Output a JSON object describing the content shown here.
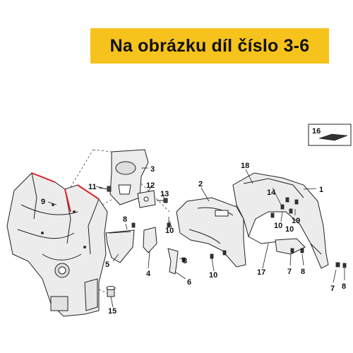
{
  "banner": {
    "text": "Na obrázku díl číslo 3-6"
  },
  "colors": {
    "banner_bg": "#f6c21c",
    "line": "#222222",
    "part_fill": "#ececec",
    "highlight": "#d7262e"
  },
  "legend": {
    "label": "16"
  },
  "callouts": [
    {
      "id": "c1",
      "text": "1"
    },
    {
      "id": "c2",
      "text": "2"
    },
    {
      "id": "c3",
      "text": "3"
    },
    {
      "id": "c4",
      "text": "4"
    },
    {
      "id": "c5",
      "text": "5"
    },
    {
      "id": "c6",
      "text": "6"
    },
    {
      "id": "c7a",
      "text": "7"
    },
    {
      "id": "c7b",
      "text": "7"
    },
    {
      "id": "c8a",
      "text": "8"
    },
    {
      "id": "c8b",
      "text": "8"
    },
    {
      "id": "c8c",
      "text": "8"
    },
    {
      "id": "c8d",
      "text": "8"
    },
    {
      "id": "c9",
      "text": "9"
    },
    {
      "id": "c10a",
      "text": "10"
    },
    {
      "id": "c10b",
      "text": "10"
    },
    {
      "id": "c10c",
      "text": "10"
    },
    {
      "id": "c10d",
      "text": "10"
    },
    {
      "id": "c11",
      "text": "11"
    },
    {
      "id": "c12",
      "text": "12"
    },
    {
      "id": "c13",
      "text": "13"
    },
    {
      "id": "c14",
      "text": "14"
    },
    {
      "id": "c15",
      "text": "15"
    },
    {
      "id": "c17",
      "text": "17"
    },
    {
      "id": "c18",
      "text": "18"
    },
    {
      "id": "c19",
      "text": "19"
    }
  ]
}
